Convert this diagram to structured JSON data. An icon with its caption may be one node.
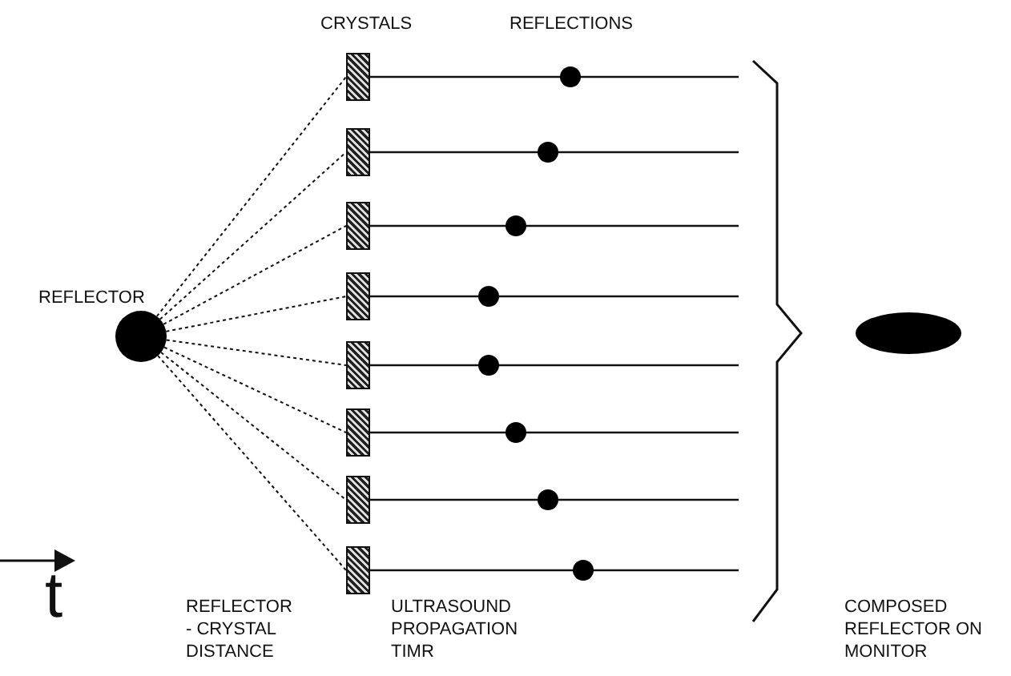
{
  "diagram": {
    "nodes": [
      {
        "text": [],
        "shape": "circle",
        "beside": [
          "REFLECTOR"
        ]
      },
      {
        "text": [],
        "shape": "box"
      },
      {
        "text": [],
        "shape": "box"
      },
      {
        "text": [],
        "shape": "box"
      },
      {
        "text": [],
        "shape": "box"
      },
      {
        "text": [],
        "shape": "box"
      },
      {
        "text": [],
        "shape": "box"
      },
      {
        "text": [],
        "shape": "box"
      },
      {
        "text": [],
        "shape": "box"
      },
      {
        "text": [],
        "shape": "ellipse"
      }
    ],
    "edges": [
      {
        "from": 0,
        "to": 1,
        "arrow": "none",
        "style": "dashed"
      },
      {
        "from": 0,
        "to": 2,
        "arrow": "none",
        "style": "dashed"
      },
      {
        "from": 0,
        "to": 3,
        "arrow": "none",
        "style": "dashed"
      },
      {
        "from": 0,
        "to": 4,
        "arrow": "none",
        "style": "dashed"
      },
      {
        "from": 0,
        "to": 5,
        "arrow": "none",
        "style": "dashed"
      },
      {
        "from": 0,
        "to": 6,
        "arrow": "none",
        "style": "dashed"
      },
      {
        "from": 0,
        "to": 7,
        "arrow": "none",
        "style": "dashed"
      },
      {
        "from": 0,
        "to": 8,
        "arrow": "none",
        "style": "dashed"
      }
    ],
    "labels": [
      "CRYSTALS",
      "REFLECTIONS",
      "t",
      "REFLECTOR - CRYSTAL DISTANCE",
      "ULTRASOUND PROPAGATION TIMR",
      "COMPOSED REFLECTOR ON MONITOR"
    ]
  }
}
